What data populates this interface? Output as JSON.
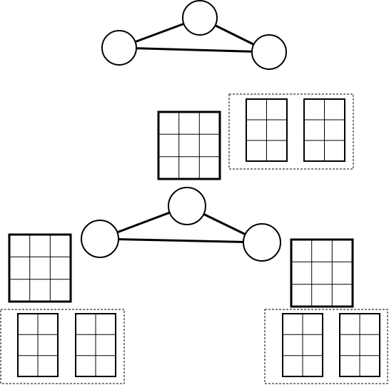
{
  "diagram": {
    "background_color": "#ffffff",
    "stroke_color": "#000000",
    "node_fill": "#ffffff",
    "graphs": [
      {
        "id": "top-graph",
        "nodes": 3,
        "edges": [
          [
            0,
            1
          ],
          [
            1,
            2
          ],
          [
            0,
            2
          ]
        ]
      },
      {
        "id": "middle-graph",
        "nodes": 3,
        "edges": [
          [
            0,
            1
          ],
          [
            1,
            2
          ],
          [
            0,
            2
          ]
        ]
      }
    ],
    "grids": [
      {
        "id": "grid-center",
        "rows": 3,
        "cols": 3,
        "thick_border": true
      },
      {
        "id": "grid-left",
        "rows": 3,
        "cols": 3,
        "thick_border": true
      },
      {
        "id": "grid-right",
        "rows": 3,
        "cols": 3,
        "thick_border": true
      }
    ],
    "grid_groups": [
      {
        "id": "group-top-right",
        "grids": 2,
        "rows": 3,
        "cols": 2,
        "dashed_border": true
      },
      {
        "id": "group-bottom-left",
        "grids": 2,
        "rows": 3,
        "cols": 2,
        "dashed_border": true
      },
      {
        "id": "group-bottom-right",
        "grids": 2,
        "rows": 3,
        "cols": 2,
        "dashed_border": true
      }
    ]
  }
}
